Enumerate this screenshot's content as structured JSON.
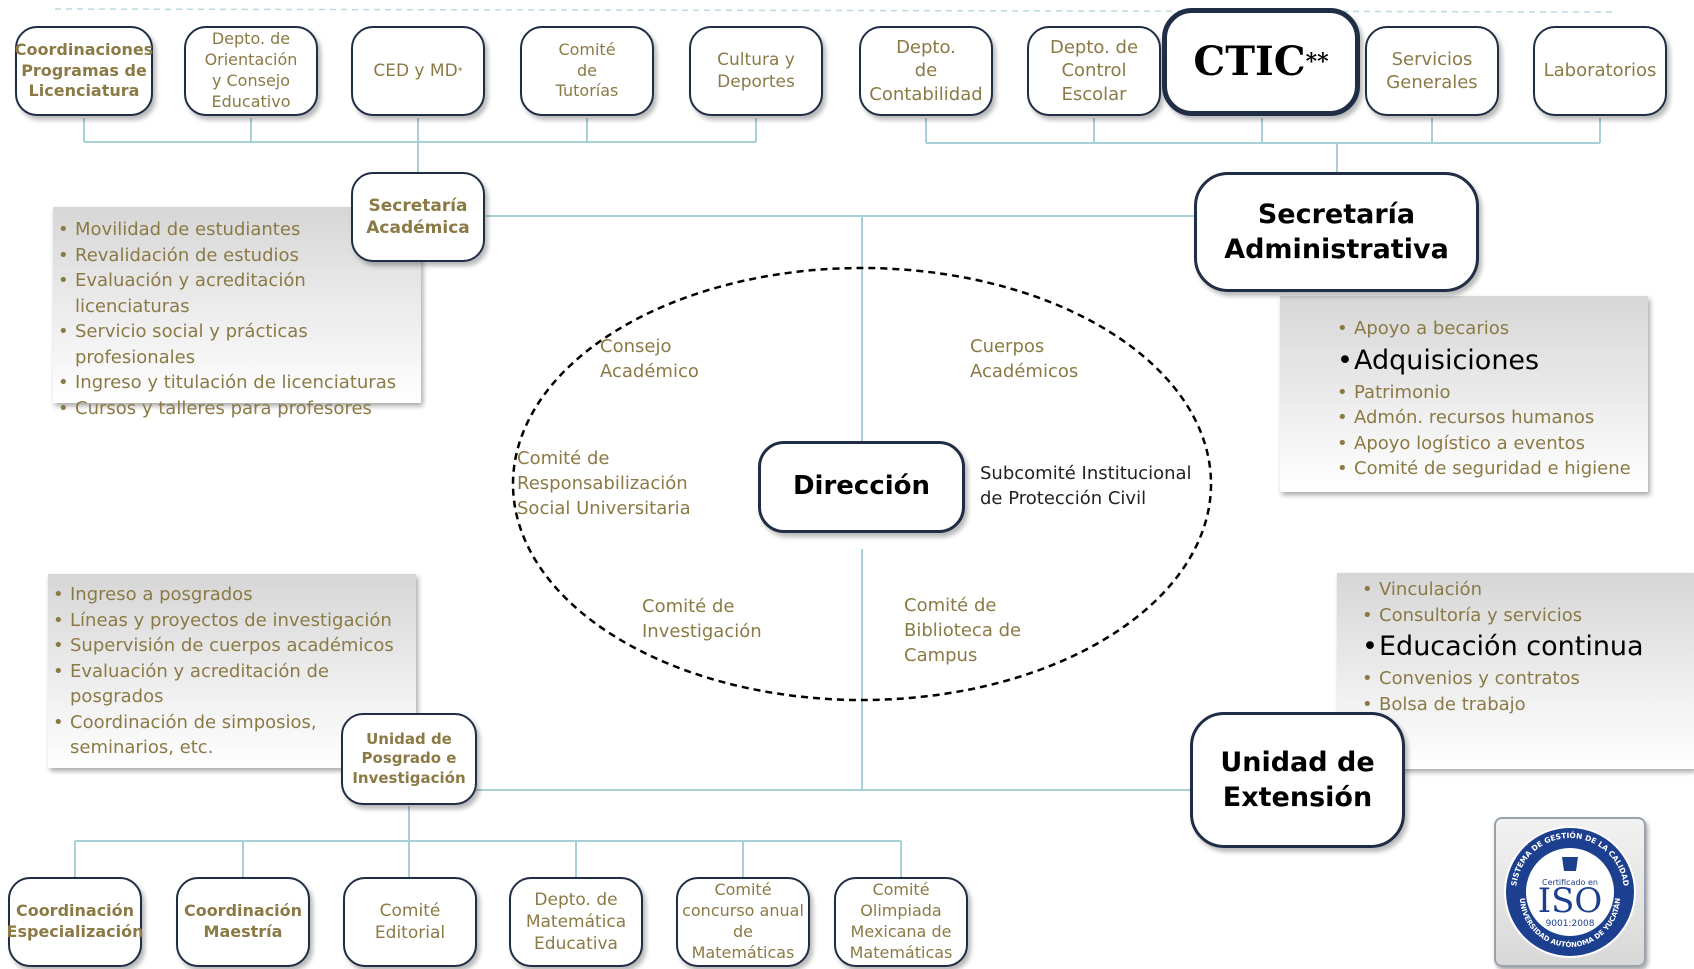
{
  "top_left_row": [
    {
      "id": "coord-lic",
      "text": "Coordinaciones\nProgramas de\nLicenciatura",
      "bold": true
    },
    {
      "id": "depto-orient",
      "text": "Depto. de\nOrientación\ny Consejo\nEducativo",
      "bold": false
    },
    {
      "id": "ced-md",
      "text": "CED y MD",
      "sup": "*",
      "bold": false
    },
    {
      "id": "comite-tutorias",
      "text": "Comité\nde\nTutorías",
      "bold": false
    },
    {
      "id": "cultura-deportes",
      "text": "Cultura y\nDeportes",
      "bold": false
    }
  ],
  "top_right_row": [
    {
      "id": "depto-contab",
      "text": "Depto.\nde\nContabilidad"
    },
    {
      "id": "depto-control",
      "text": "Depto. de\nControl\nEscolar"
    },
    {
      "id": "ctic",
      "text": "CTIC",
      "sup": "**"
    },
    {
      "id": "servicios",
      "text": "Servicios\nGenerales"
    },
    {
      "id": "laboratorios",
      "text": "Laboratorios"
    }
  ],
  "bottom_row": [
    {
      "id": "coord-esp",
      "text": "Coordinación\nEspecialización",
      "bold": true
    },
    {
      "id": "coord-maestria",
      "text": "Coordinación\nMaestría",
      "bold": true
    },
    {
      "id": "comite-editorial",
      "text": "Comité\nEditorial",
      "bold": false
    },
    {
      "id": "depto-mat-edu",
      "text": "Depto. de\nMatemática\nEducativa",
      "bold": false
    },
    {
      "id": "comite-concurso",
      "text": "Comité\nconcurso anual\nde Matemáticas",
      "bold": false
    },
    {
      "id": "comite-olimpiada",
      "text": "Comité\nOlimpiada\nMexicana de\nMatemáticas",
      "bold": false
    }
  ],
  "secretaria_academica": "Secretaría\nAcadémica",
  "secretaria_administrativa": "Secretaría\nAdministrativa",
  "unidad_posgrado": "Unidad de\nPosgrado e\nInvestigación",
  "unidad_extension": "Unidad de\nExtensión",
  "direccion": "Dirección",
  "ellipse_items": [
    {
      "id": "consejo-academico",
      "text": "Consejo\nAcadémico"
    },
    {
      "id": "cuerpos-academicos",
      "text": "Cuerpos\nAcadémicos"
    },
    {
      "id": "comite-responsabilizacion",
      "text": "Comité de\nResponsabilización\nSocial Universitaria"
    },
    {
      "id": "subcomite-proteccion",
      "text": "Subcomité Institucional\nde Protección Civil"
    },
    {
      "id": "comite-investigacion",
      "text": "Comité de\nInvestigación"
    },
    {
      "id": "comite-biblioteca",
      "text": "Comité de\nBiblioteca de\nCampus"
    }
  ],
  "panel_academica": [
    {
      "text": "Movilidad de estudiantes"
    },
    {
      "text": "Revalidación de estudios"
    },
    {
      "text": "Evaluación y acreditación licenciaturas"
    },
    {
      "text": "Servicio social y prácticas profesionales"
    },
    {
      "text": "Ingreso y titulación de licenciaturas"
    },
    {
      "text": "Cursos y talleres para profesores"
    }
  ],
  "panel_administrativa": [
    {
      "text": "Apoyo a becarios"
    },
    {
      "text": "Adquisiciones",
      "emph": true
    },
    {
      "text": "Patrimonio"
    },
    {
      "text": "Admón. recursos humanos"
    },
    {
      "text": "Apoyo logístico a eventos"
    },
    {
      "text": "Comité de seguridad e higiene"
    }
  ],
  "panel_posgrado": [
    {
      "text": "Ingreso a posgrados"
    },
    {
      "text": "Líneas y proyectos de investigación"
    },
    {
      "text": "Supervisión de cuerpos académicos"
    },
    {
      "text": "Evaluación y acreditación de posgrados"
    },
    {
      "text": "Coordinación de simposios, seminarios, etc."
    }
  ],
  "panel_extension": [
    {
      "text": "Vinculación"
    },
    {
      "text": "Consultoría y servicios"
    },
    {
      "text": "Educación continua",
      "emph": true
    },
    {
      "text": "Convenios y contratos"
    },
    {
      "text": "Bolsa de trabajo"
    }
  ],
  "iso_badge": {
    "ring_text": "SISTEMA DE GESTIÓN DE LA CALIDAD",
    "certified": "Certificado en",
    "main": "ISO",
    "standard": "9001:2008",
    "bottom": "UNIVERSIDAD AUTÓNOMA DE YUCATÁN"
  },
  "colors": {
    "text_gold": "#8b7a45",
    "border": "#1f2d45",
    "connector": "#a9d0d6",
    "ellipse": "#000000"
  }
}
